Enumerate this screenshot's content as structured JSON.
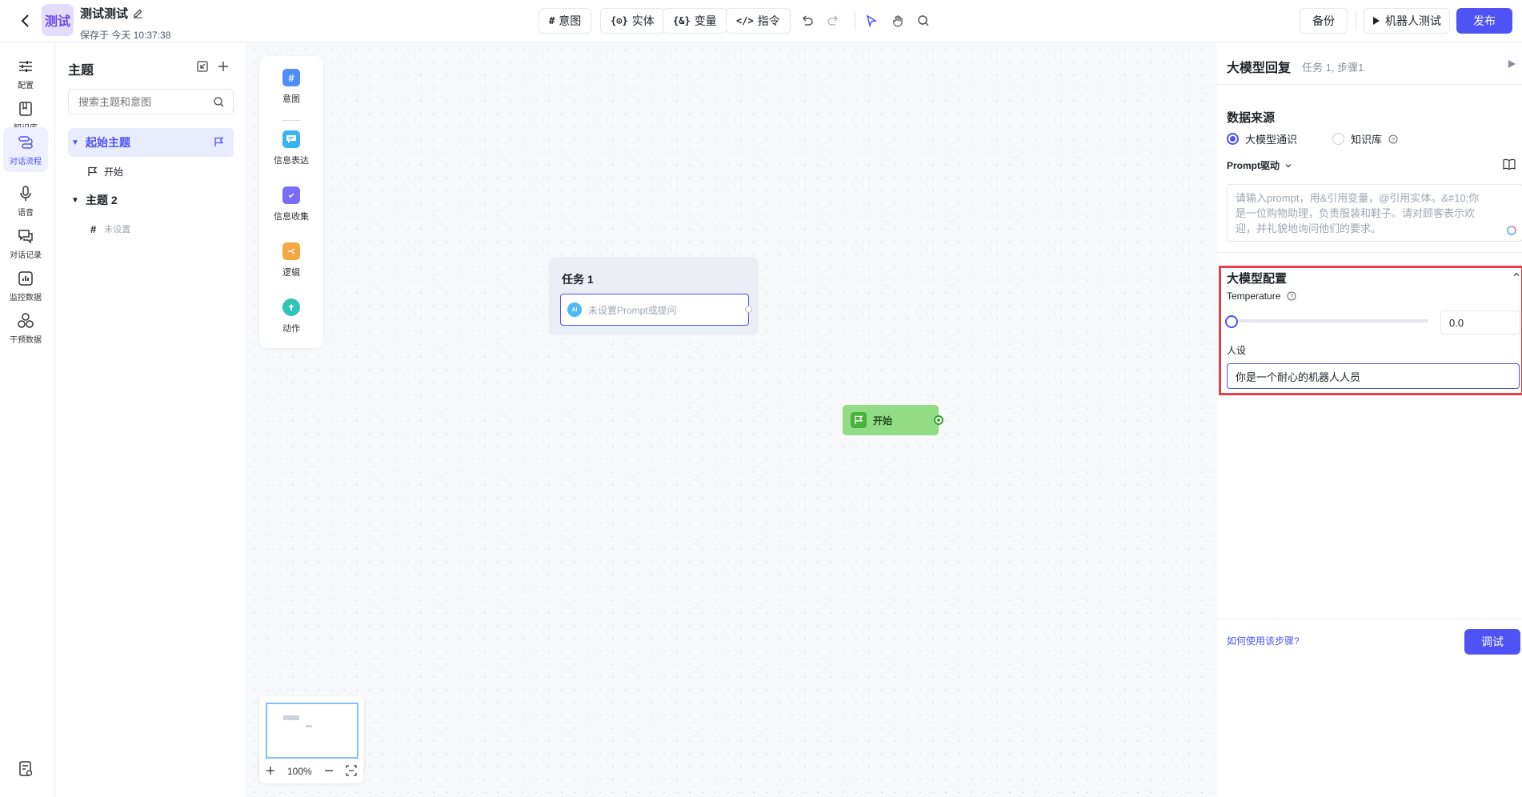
{
  "header": {
    "logo_text": "测试",
    "app_name": "测试测试",
    "save_info": "保存于 今天 10:37:38",
    "tools": [
      {
        "glyph": "#",
        "label": "意图"
      },
      {
        "glyph": "{⊙}",
        "label": "实体"
      },
      {
        "glyph": "{&}",
        "label": "变量"
      },
      {
        "glyph": "</>",
        "label": "指令"
      }
    ],
    "backup_label": "备份",
    "robot_test_label": "机器人测试",
    "publish_label": "发布"
  },
  "rail": {
    "items": [
      {
        "label": "配置",
        "icon": "sliders-icon"
      },
      {
        "label": "知识库",
        "icon": "book-icon"
      },
      {
        "label": "对话流程",
        "icon": "flow-icon"
      },
      {
        "label": "语音",
        "icon": "microphone-icon"
      },
      {
        "label": "对话记录",
        "icon": "chat-icon"
      },
      {
        "label": "监控数据",
        "icon": "chart-icon"
      },
      {
        "label": "干预数据",
        "icon": "circles-icon"
      }
    ],
    "active_index": 2
  },
  "topics": {
    "title": "主题",
    "search_placeholder": "搜索主题和意图",
    "tree": [
      {
        "label": "起始主题",
        "level": 0
      },
      {
        "label": "开始",
        "level": 1
      },
      {
        "label": "主题 2",
        "level": 0
      },
      {
        "label": "未设置",
        "level": 1
      }
    ]
  },
  "palette": {
    "items": [
      {
        "label": "意图",
        "icon": "hash-icon",
        "color": "#4f8ef7"
      },
      {
        "label": "信息表达",
        "icon": "message-icon",
        "color": "#36b3f0"
      },
      {
        "label": "信息收集",
        "icon": "folder-check-icon",
        "color": "#7b6cf6"
      },
      {
        "label": "逻辑",
        "icon": "branch-icon",
        "color": "#f5a742"
      },
      {
        "label": "动作",
        "icon": "action-icon",
        "color": "#2ec4b6"
      }
    ]
  },
  "canvas": {
    "task_title": "任务 1",
    "task_step_placeholder": "未设置Prompt或提问",
    "ai_badge": "AI",
    "start_label": "开始",
    "zoom_level": "100%"
  },
  "panel": {
    "title": "大模型回复",
    "subtitle": "任务 1, 步骤1",
    "data_source_title": "数据来源",
    "source_options": [
      "大模型通识",
      "知识库"
    ],
    "selected_source": "大模型通识",
    "prompt_mode": "Prompt驱动",
    "prompt_placeholder_lines": [
      "请输入prompt，用&引用变量，@引用实体。&#10;你",
      "是一位购物助理，负责服装和鞋子。请对顾客表示欢",
      "迎，并礼貌地询问他们的要求。"
    ],
    "llm_config_title": "大模型配置",
    "temperature_label": "Temperature",
    "temperature_value": "0.0",
    "persona_label": "人设",
    "persona_value": "你是一个耐心的机器人人员",
    "help_link": "如何使用该步骤?",
    "debug_label": "调试"
  },
  "colors": {
    "accent": "#4f52f5",
    "start_node": "#93dc86",
    "highlight_border": "#e5404b"
  }
}
